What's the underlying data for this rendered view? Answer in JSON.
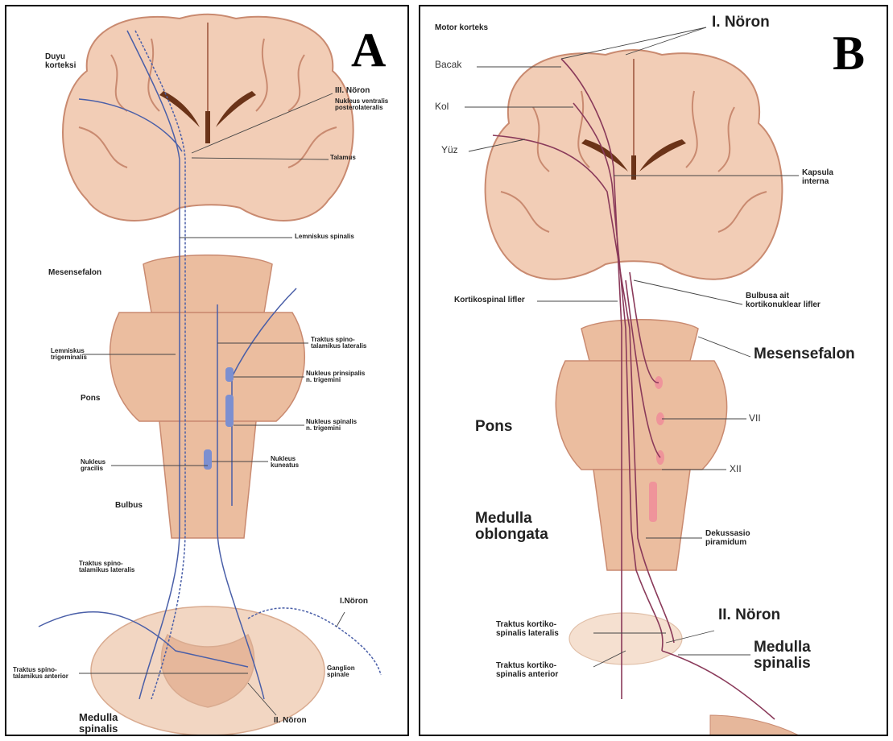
{
  "panel_a": {
    "letter": "A",
    "labels": {
      "duyu_korteksi": "Duyu\nkorteksi",
      "iii_noron": "III. Nöron",
      "iii_noron_sub": "Nukleus ventralis\nposterolateralis",
      "talamus": "Talamus",
      "lemniskus_spinalis": "Lemniskus spinalis",
      "mesensefalon": "Mesensefalon",
      "lemniskus_trigeminalis": "Lemniskus\ntrigeminalis",
      "traktus_spino_lateralis": "Traktus spino-\ntalamikus lateralis",
      "nukleus_principalis": "Nukleus prinsipalis\nn. trigemini",
      "pons": "Pons",
      "nukleus_spinalis": "Nukleus spinalis\nn. trigemini",
      "nukleus_gracilis": "Nukleus\ngracilis",
      "nukleus_kuneatus": "Nukleus\nkuneatus",
      "bulbus": "Bulbus",
      "traktus_spino_lateralis_2": "Traktus spino-\ntalamikus lateralis",
      "i_noron": "I.Nöron",
      "traktus_spino_anterior": "Traktus spino-\ntalamikus anterior",
      "ganglion_spinale": "Ganglion\nspinale",
      "medulla_spinalis": "Medulla\nspinalis",
      "ii_noron": "II. Nöron"
    }
  },
  "panel_b": {
    "letter": "B",
    "labels": {
      "motor_korteks": "Motor korteks",
      "i_noron": "I. Nöron",
      "bacak": "Bacak",
      "kol": "Kol",
      "yuz": "Yüz",
      "kapsula_interna": "Kapsula\ninterna",
      "kortikospinal_lifler": "Kortikospinal lifler",
      "bulbusa_alt": "Bulbusa ait\nkortikonuklear lifler",
      "mesensefalon": "Mesensefalon",
      "pons": "Pons",
      "vii": "VII",
      "xii": "XII",
      "medulla_oblongata": "Medulla\noblongata",
      "dekussasio": "Dekussasio\npiramidum",
      "traktus_lateralis": "Traktus kortiko-\nspinalis lateralis",
      "ii_noron": "II. Nöron",
      "traktus_anterior": "Traktus kortiko-\nspinalis anterior",
      "medulla_spinalis": "Medulla\nspinalis"
    }
  },
  "colors": {
    "tissue": "#f2cdb6",
    "tissue_dark": "#e2ae90",
    "gyrus_line": "#c98a70",
    "ventricle": "#6b3318",
    "sensory_path": "#4a5fa8",
    "motor_path": "#8a3a5a",
    "leader": "#444444"
  }
}
